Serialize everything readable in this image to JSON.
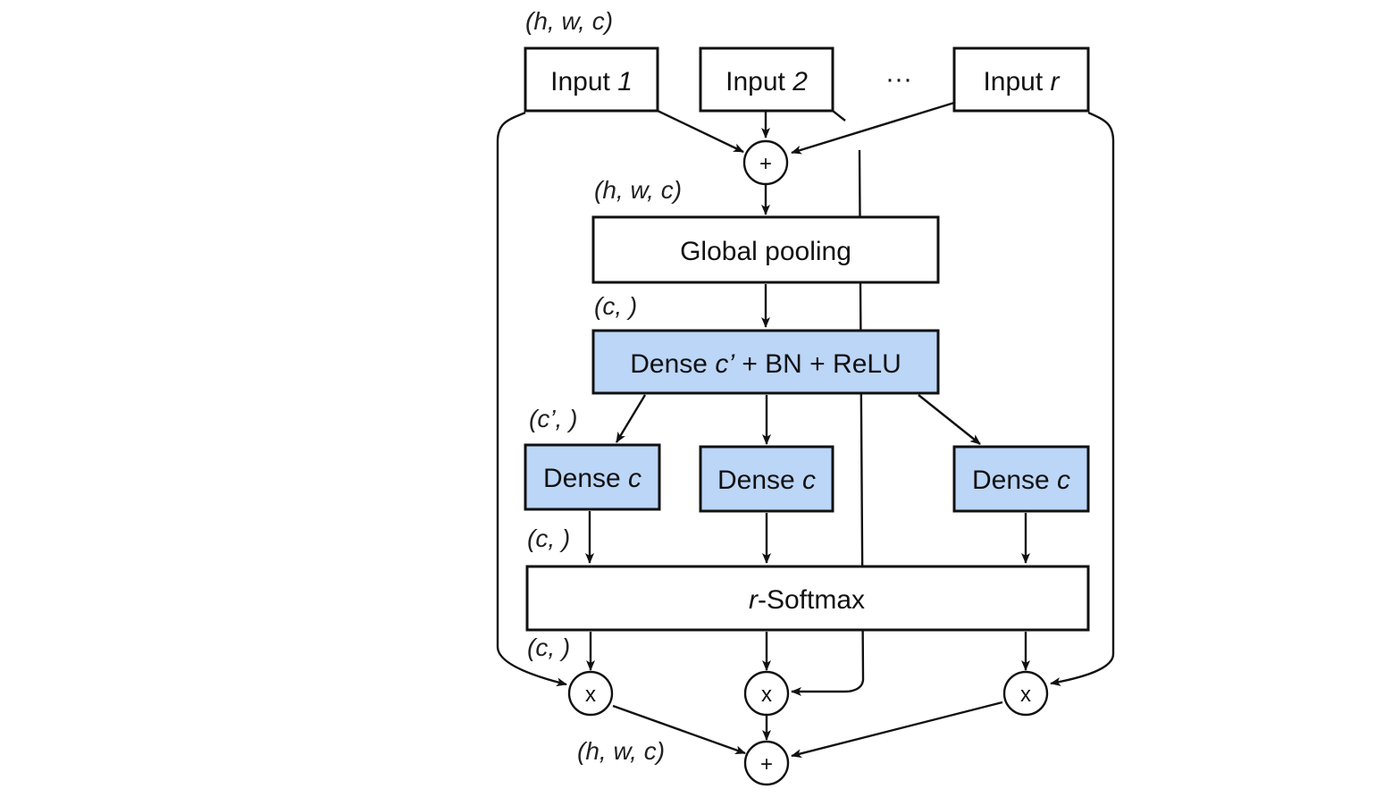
{
  "colors": {
    "dense_fill": "#bcd6f7",
    "plain_fill": "#ffffff",
    "stroke": "#111111"
  },
  "inputs": {
    "input1": {
      "prefix": "Input ",
      "suffix": "1"
    },
    "input2": {
      "prefix": "Input ",
      "suffix": "2"
    },
    "inputr": {
      "prefix": "Input ",
      "suffix": "r"
    },
    "ellipsis": "···"
  },
  "blocks": {
    "global_pooling": "Global pooling",
    "dense_shared": {
      "pre": "Dense ",
      "var": "c’",
      "post": " + BN + ReLU"
    },
    "dense_branch": {
      "pre": "Dense ",
      "var": "c"
    },
    "softmax": {
      "var": "r",
      "post": "-Softmax"
    }
  },
  "operators": {
    "add": "+",
    "multiply": "x"
  },
  "shapes": {
    "input": "(h, w, c)",
    "after_sum": "(h, w, c)",
    "after_pool": "(c, )",
    "after_dense": "(c’, )",
    "after_branch": "(c, )",
    "after_softmax": "(c, )",
    "output": "(h, w, c)"
  }
}
